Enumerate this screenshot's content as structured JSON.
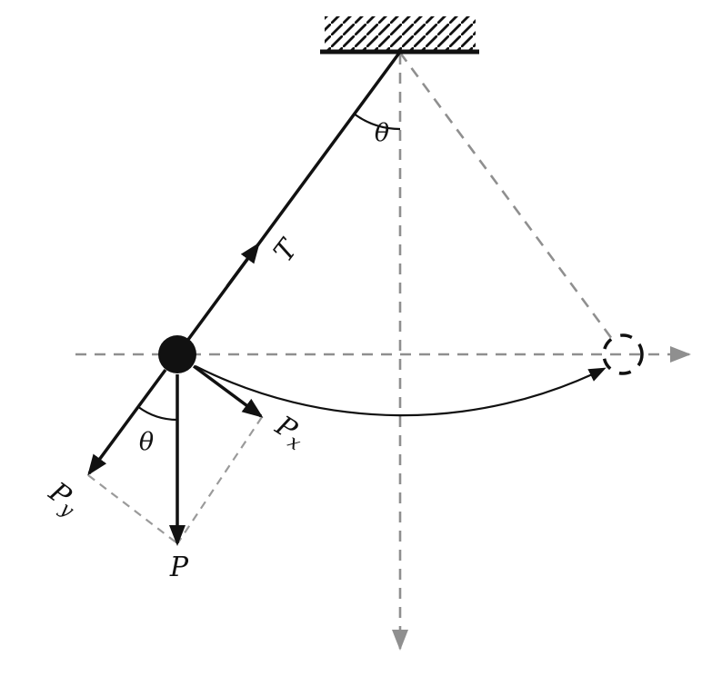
{
  "diagram": {
    "labels": {
      "angle_top": "θ",
      "tension": "T",
      "angle_bottom": "θ",
      "weight": "P",
      "component_x": {
        "base": "P",
        "sub": "x"
      },
      "component_y": {
        "base": "P",
        "sub": "y"
      }
    },
    "colors": {
      "ink": "#111111",
      "axis_gray": "#8f8f8f",
      "background": "#ffffff"
    }
  }
}
